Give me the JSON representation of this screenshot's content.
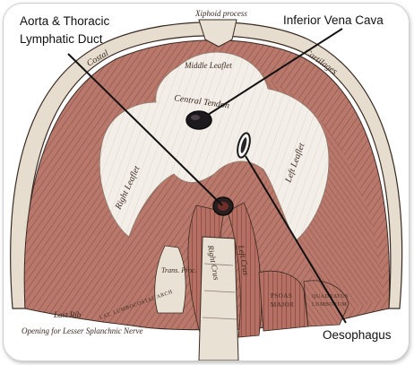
{
  "callouts": {
    "aorta_line1": "Aorta & Thoracic",
    "aorta_line2": "Lymphatic Duct",
    "ivc": "Inferior Vena Cava",
    "oesophagus": "Oesophagus"
  },
  "engraving_labels": {
    "xiphoid": "Xiphoid process",
    "costal_left": "Costal",
    "costal_right": "Cartilages",
    "middle_leaflet": "Middle Leaflet",
    "central_tendon": "Central Tendon",
    "right_leaflet": "Right Leaflet",
    "left_leaflet": "Left Leaflet",
    "right_crus": "Right Crus",
    "left_crus": "Left Crus",
    "trans_proc": "Trans. Proc.",
    "last_rib": "Last Rib",
    "arch": "LAT. LUMBOCOSTAL ARCH",
    "psoas_1": "PSOAS",
    "psoas_2": "MAJOR",
    "quadratus_1": "QUADRATUS",
    "quadratus_2": "LUMBORUM",
    "splanchnic": "Opening for Lesser Splanchnic Nerve"
  },
  "colors": {
    "muscle": "#b9786c",
    "muscle_dark": "#8e4f45",
    "tendon": "#f2ede6",
    "bone": "#e9e1d3",
    "outline": "#3a2a22"
  }
}
